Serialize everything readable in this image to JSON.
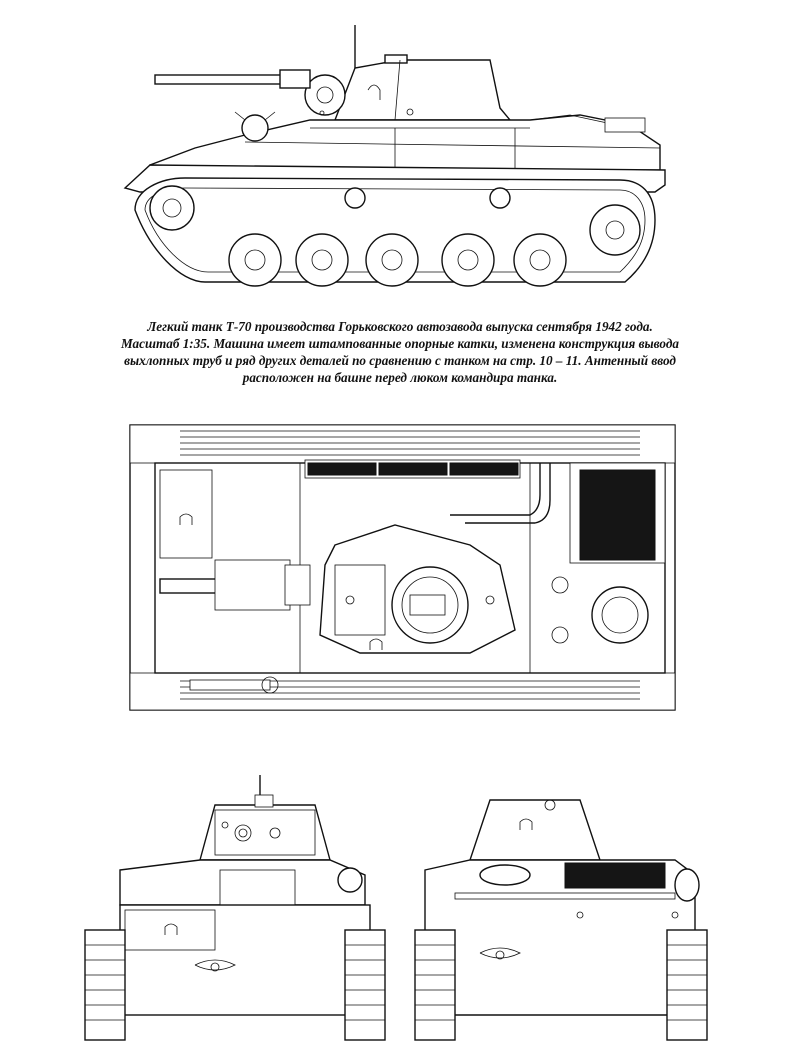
{
  "caption": {
    "line1": "Легкий танк Т-70 производства Горьковского автозавода выпуска сентября 1942 года.",
    "line2": "Масштаб 1:35. Машина имеет штампованные опорные катки, изменена конструкция вывода",
    "line3": "выхлопных труб и ряд других деталей по сравнению с танком на стр. 10 – 11. Антенный ввод",
    "line4": "расположен на башне перед люком командира танка."
  }
}
